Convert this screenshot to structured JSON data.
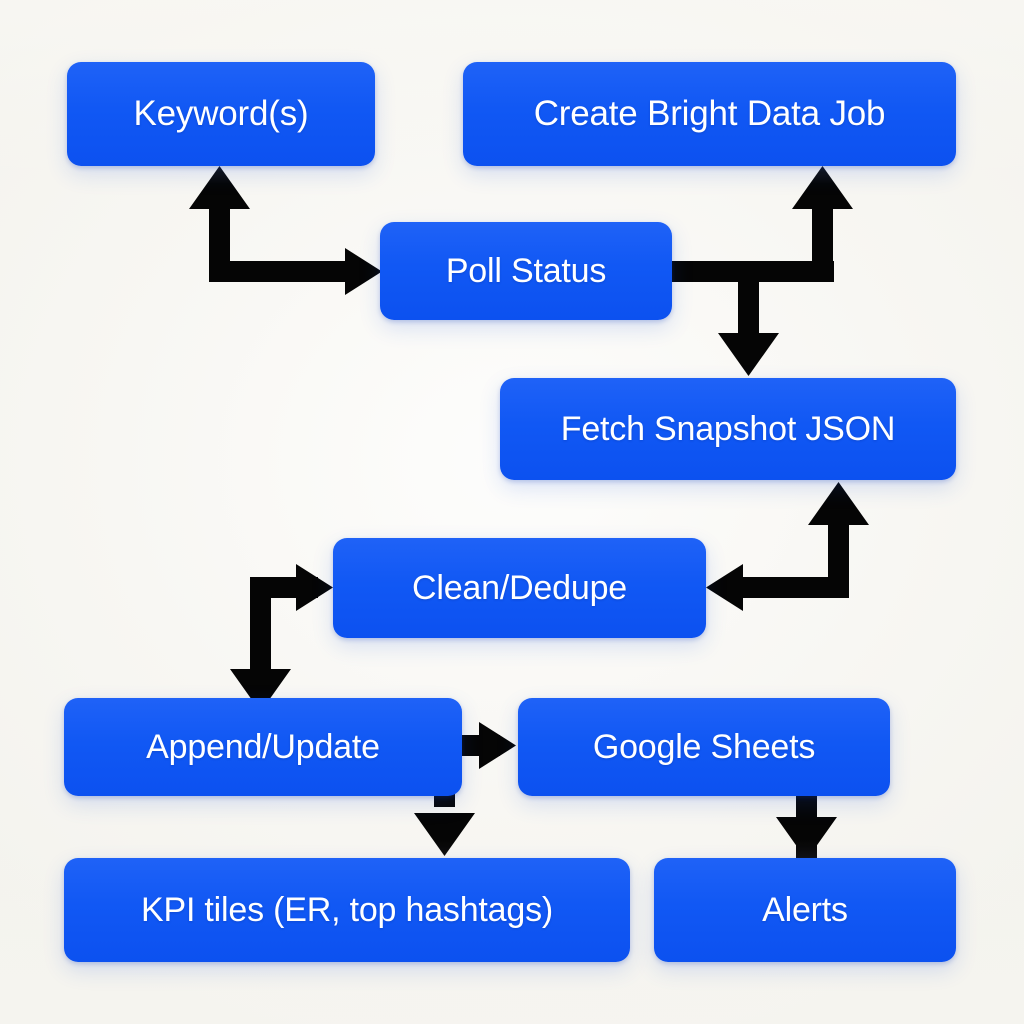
{
  "diagram": {
    "title": "Bright Data scraping pipeline flowchart",
    "background_color": "#f7f6f2",
    "node_color": "#1158f4",
    "node_text_color": "#ffffff",
    "connector_color": "#000000",
    "nodes": [
      {
        "id": "keyword",
        "label": "Keyword(s)"
      },
      {
        "id": "create_job",
        "label": "Create Bright Data Job"
      },
      {
        "id": "poll_status",
        "label": "Poll Status"
      },
      {
        "id": "fetch_json",
        "label": "Fetch Snapshot JSON"
      },
      {
        "id": "clean_dedupe",
        "label": "Clean/Dedupe"
      },
      {
        "id": "append_update",
        "label": "Append/Update"
      },
      {
        "id": "google_sheets",
        "label": "Google Sheets"
      },
      {
        "id": "kpi_tiles",
        "label": "KPI tiles (ER, top hashtags)"
      },
      {
        "id": "alerts",
        "label": "Alerts"
      }
    ],
    "edges": [
      {
        "from": "keyword",
        "to": "poll_status",
        "style": "elbow"
      },
      {
        "from": "poll_status",
        "to": "create_job",
        "style": "elbow"
      },
      {
        "from": "poll_status",
        "to": "fetch_json",
        "style": "elbow-branch"
      },
      {
        "from": "fetch_json",
        "to": "clean_dedupe",
        "style": "elbow"
      },
      {
        "from": "clean_dedupe",
        "to": "append_update",
        "style": "elbow"
      },
      {
        "from": "append_update",
        "to": "google_sheets",
        "style": "straight"
      },
      {
        "from": "append_update",
        "to": "kpi_tiles",
        "style": "elbow-branch"
      },
      {
        "from": "google_sheets",
        "to": "alerts",
        "style": "straight"
      }
    ]
  }
}
